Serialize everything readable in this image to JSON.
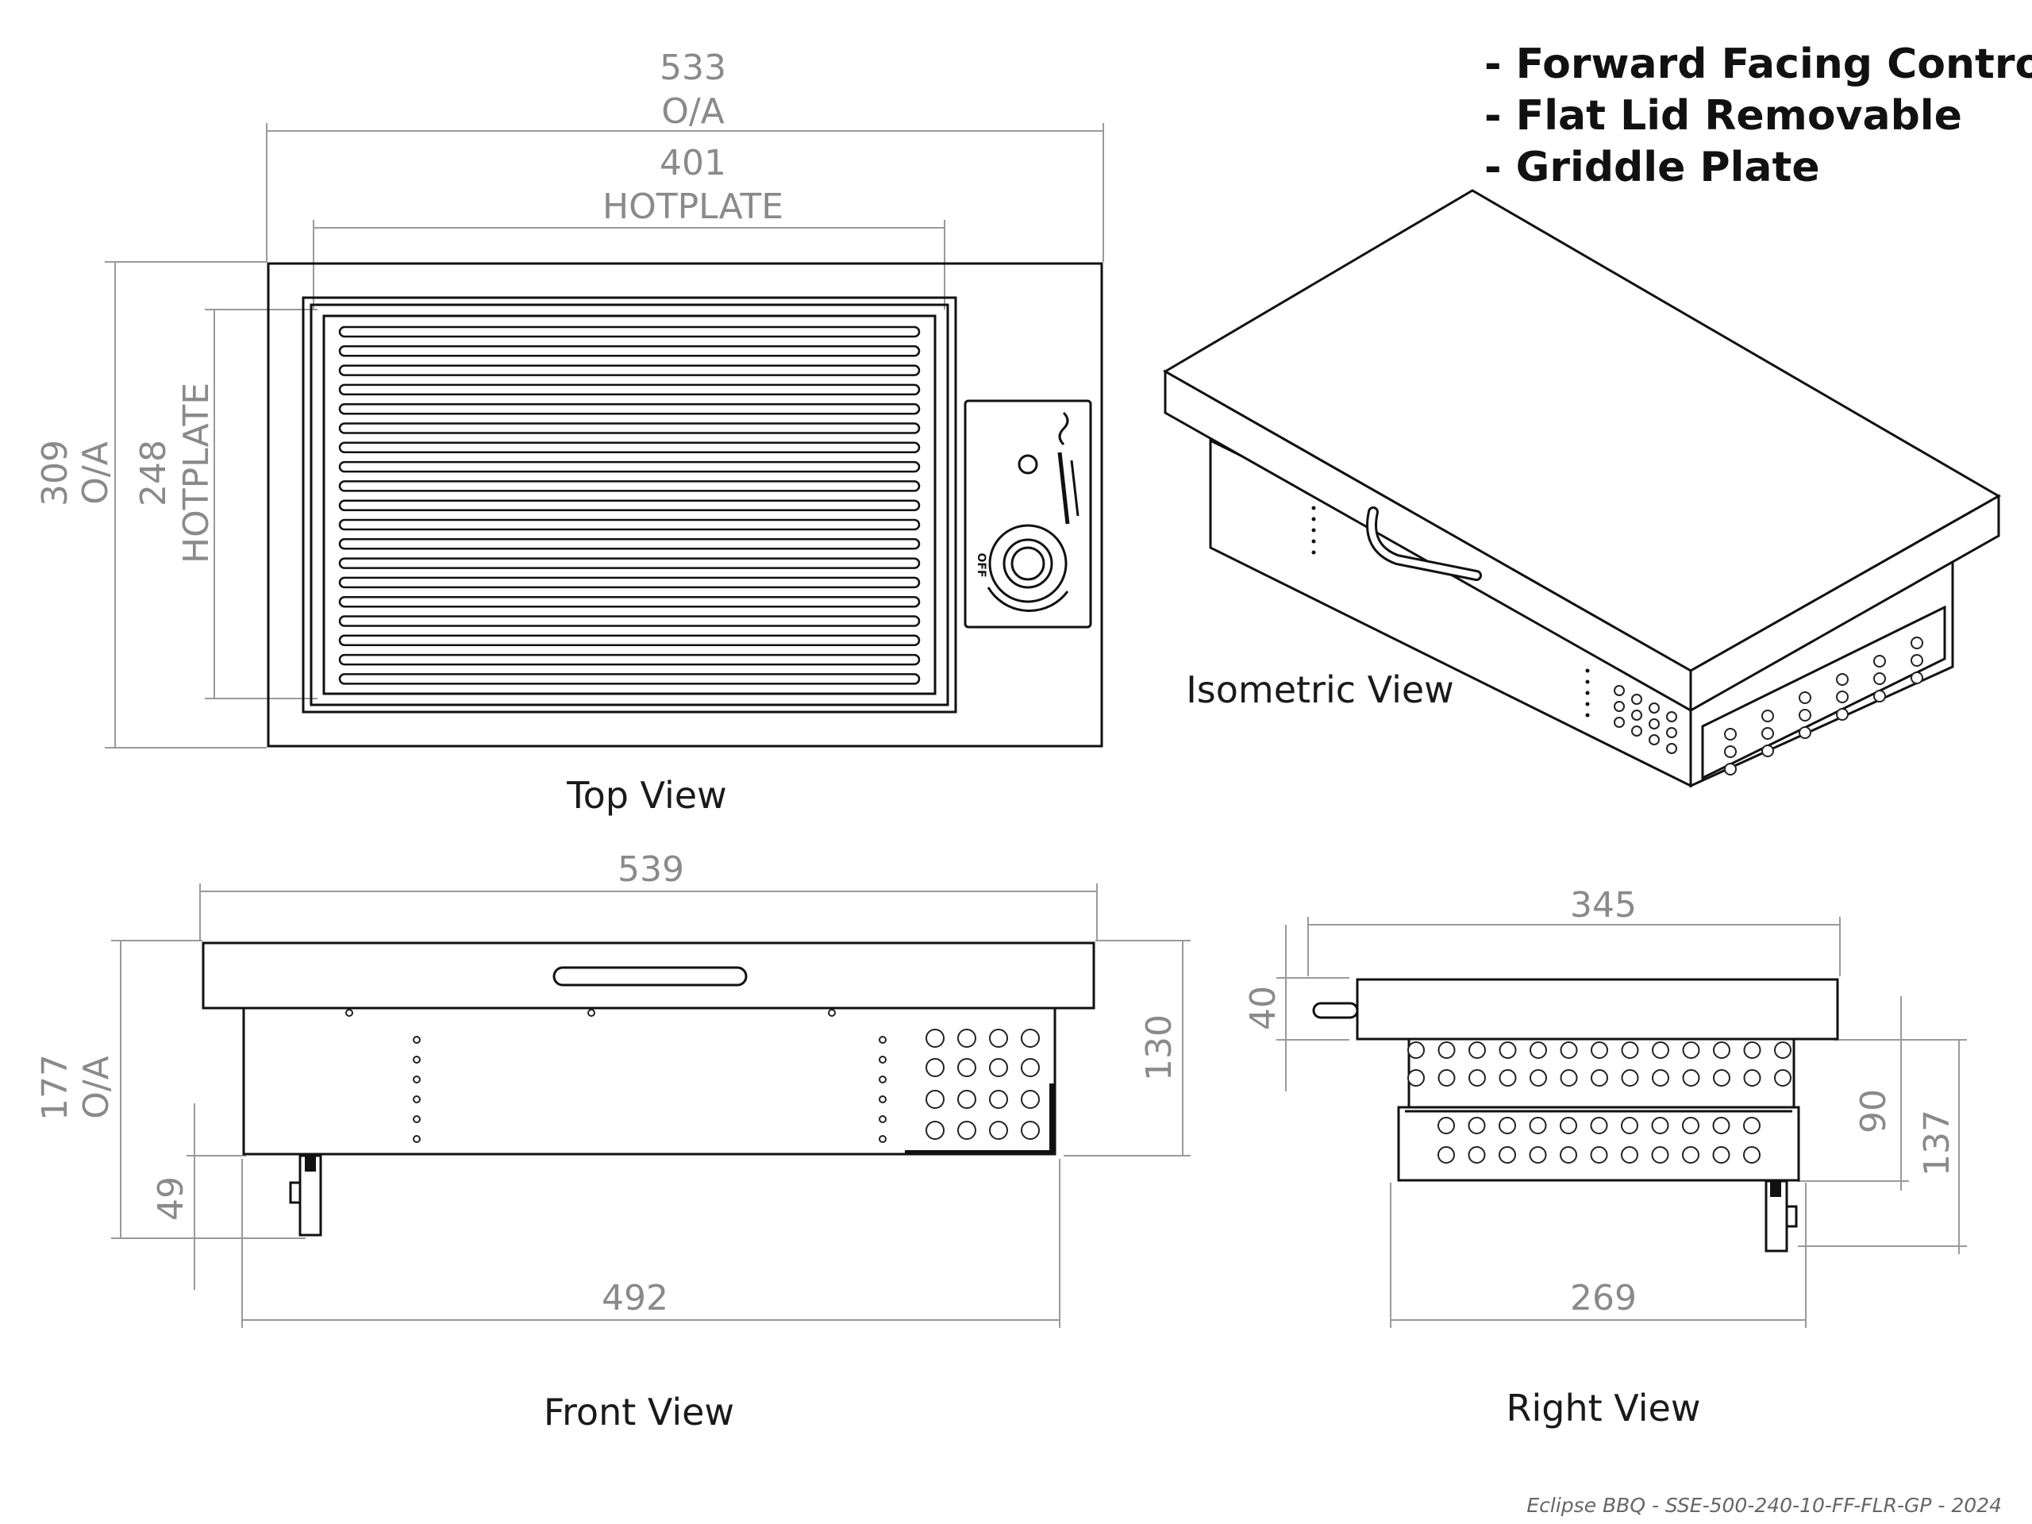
{
  "features": [
    "- Forward Facing Controls",
    "- Flat Lid Removable",
    "- Griddle Plate"
  ],
  "top_view": {
    "title": "Top View",
    "overall_width": "533",
    "overall_width_label": "O/A",
    "hotplate_width": "401",
    "hotplate_width_label": "HOTPLATE",
    "overall_depth": "309",
    "overall_depth_label": "O/A",
    "hotplate_depth": "248",
    "hotplate_depth_label": "HOTPLATE",
    "knob_label": "OFF"
  },
  "isometric_view": {
    "title": "Isometric  View"
  },
  "front_view": {
    "title": "Front View",
    "width_top": "539",
    "width_bottom": "492",
    "height_total": "177",
    "height_total_label": "O/A",
    "height_body": "130",
    "leg_height": "49"
  },
  "right_view": {
    "title": "Right View",
    "width_top": "345",
    "width_bottom": "269",
    "lid_height": "40",
    "height_a": "90",
    "height_b": "137"
  },
  "footer": "Eclipse BBQ - SSE-500-240-10-FF-FLR-GP - 2024"
}
